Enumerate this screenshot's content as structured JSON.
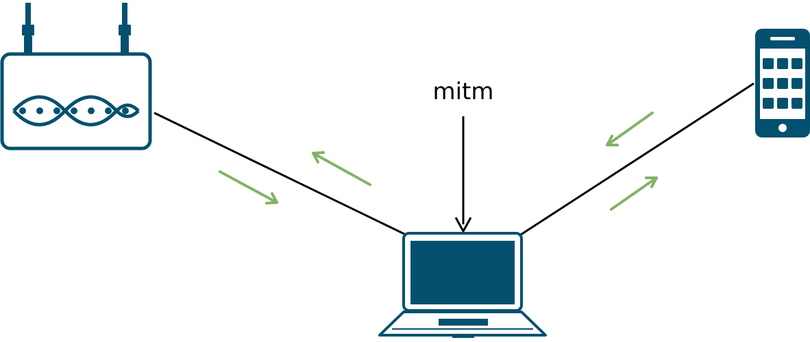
{
  "diagram": {
    "label": "mitm",
    "colors": {
      "device": "#03506f",
      "link": "#000000",
      "traffic_arrow": "#82b366",
      "background": "#ffffff"
    },
    "nodes": [
      {
        "id": "router",
        "icon": "wifi-router-icon"
      },
      {
        "id": "laptop",
        "icon": "laptop-icon"
      },
      {
        "id": "smartphone",
        "icon": "smartphone-icon"
      }
    ],
    "edges": [
      {
        "from": "router",
        "to": "laptop"
      },
      {
        "from": "laptop",
        "to": "smartphone"
      }
    ]
  }
}
